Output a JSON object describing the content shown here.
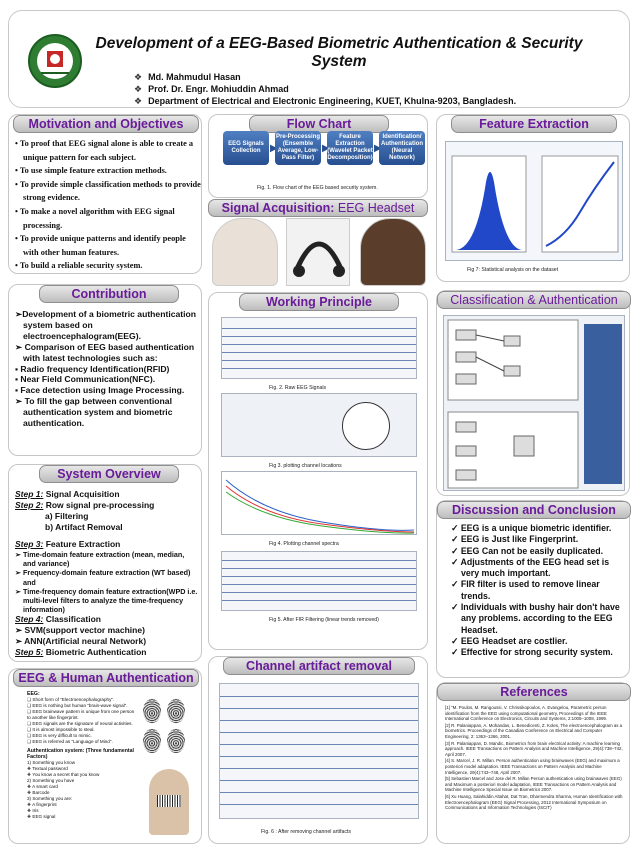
{
  "header": {
    "title": "Development of a EEG-Based Biometric Authentication & Security System",
    "authors": [
      "Md. Mahmudul Hasan",
      "Prof. Dr. Engr. Mohiuddin Ahmad",
      "Department of Electrical and Electronic Engineering, KUET, Khulna-9203, Bangladesh."
    ]
  },
  "motivation": {
    "title": "Motivation and Objectives",
    "items": [
      "To proof that EEG signal alone is able to create a unique pattern for each subject.",
      "To use simple feature extraction methods.",
      "To provide simple classification methods to provide strong evidence.",
      "To make a novel algorithm with EEG signal processing.",
      "To provide unique patterns and identify people with other human features.",
      "To build a reliable security system."
    ]
  },
  "contribution": {
    "title": "Contribution",
    "items": [
      "➢Development of a biometric authentication system based on electroencephalogram(EEG).",
      "➢ Comparison of EEG based authentication with latest technologies such as:",
      "▪ Radio frequency Identification(RFID)",
      "▪ Near Field Communication(NFC).",
      "▪ Face detection using Image Processing.",
      "➢ To fill the gap between conventional authentication system and biometric authentication."
    ]
  },
  "system_overview": {
    "title": "System Overview",
    "step1_label": "Step 1:",
    "step1": "Signal Acquisition",
    "step2_label": "Step 2:",
    "step2": "Row signal pre-processing",
    "step2a": "a) Filtering",
    "step2b": "b) Artifact Removal",
    "step3_label": "Step 3:",
    "step3": "Feature Extraction",
    "step3_items": [
      "➢ Time-domain feature extraction (mean, median, and variance)",
      "➢ Frequency-domain feature extraction (WT based) and",
      "➢ Time-frequency domain feature extraction(WPD i.e. multi-level filters to analyze the time-frequency information)"
    ],
    "step4_label": "Step 4:",
    "step4": "Classification",
    "step4_items": [
      "➢ SVM(support vector machine)",
      "➢ ANN(Artificial neural Network)"
    ],
    "step5_label": "Step 5:",
    "step5": "Biometric Authentication"
  },
  "eeg_human": {
    "title": "EEG & Human Authentication",
    "lines": [
      "EEG:",
      "❑ Short form of \"Electroencephalography\".",
      "❑ EEG is nothing but human \"brain-wave signal\".",
      "❑ EEG brainwave pattern is unique from one person to another like fingerprint.",
      "❑ EEG signals are the signature of neural activities.",
      "❑ It is almost impossible to steal.",
      "❑ EEG is very difficult to mimic.",
      "❑ EEG is referred as \"Language of Mind\".",
      "Authentication system: (Three fundamental Factors)",
      "1) Something you know",
      "❖ Textual password",
      "❖ You know a secret that you know",
      "2) Something you have",
      "❖ A smart card",
      "❖ Barcode",
      "3) Something you are:",
      "❖ A fingerprint",
      "❖ Iris",
      "❖ EEG signal"
    ]
  },
  "flow_chart": {
    "title": "Flow Chart",
    "boxes": [
      "EEG Signals Collection",
      "Pre-Processing (Ensemble Average, Low-Pass Filter)",
      "Feature Extraction (Wavelet Packet Decomposition)",
      "Identification/ Authentication (Neural Network)"
    ],
    "caption": "Fig. 1. Flow chart of the EEG based security system."
  },
  "signal_acq": {
    "title_bold": "Signal Acquisition:",
    "title_rest": " EEG Headset"
  },
  "working": {
    "title": "Working Principle",
    "cap2": "Fig. 2. Raw EEG Signals",
    "cap3": "Fig 3. plotting channel locations",
    "cap4": "Fig 4. Plotting channel spectra",
    "cap5": "Fig 5. After FIR Filtering (linear trends removed)"
  },
  "channel": {
    "title": "Channel artifact removal",
    "cap6": "Fig. 6 : After removing channel artifacts"
  },
  "feature": {
    "title": "Feature Extraction",
    "caption": "Fig 7: Statistical analysis on the dataset"
  },
  "classification": {
    "title": "Classification & Authentication"
  },
  "discussion": {
    "title": "Discussion and Conclusion",
    "items": [
      "✓ EEG is a unique biometric identifier.",
      "✓ EEG is Just like Fingerprint.",
      "✓ EEG Can not be easily duplicated.",
      "✓ Adjustments of the EEG head set is very much important.",
      "✓ FIR filter is used to remove linear trends.",
      "✓ Individuals with bushy hair don't have any problems. according to the EEG Headset.",
      "✓ EEG Headset are costlier.",
      "✓ Effective for strong security system."
    ]
  },
  "references": {
    "title": "References",
    "items": [
      "[1] \"M. Poulos, M. Rangoussi, V. Chrissikopoulos, A. Evangelou, Parametric person identification from the EEG using computational geometry, Proceedings of the IEEE International Conference on Electronics, Circuits and Systems, 2:1005–1008, 1999.",
      "[2] R. Palaniappan, A. Mohandas, L. Benedicenti, Z. Koles, The electroencephalogram as a biometrics. Proceedings of the Canadian Conference on Electrical and Computer Engineering, 2: 1363–1366, 2001.",
      "[3] R. Palaniappan, D. Mandic, Biometrics from brain electrical activity: A machine learning approach. IEEE Transactions on Pattern Analysis and Machine Intelligence, 29(4):738–742, April 2007.",
      "[4] S. Marcel, J. R. Millan. Person authentication using brainwaves (EEG) and maximum a posteriori model adaptation. IEEE Transactions on Pattern Analysis and Machine Intelligence, 29(4):743–748, April 2007.",
      "[5] Sebastien Marcel and Jose del R. Millan Person authentication using brainwaves (EEG) and Maximum a posteriori model adaptation, IEEE Transactions on Pattern Analysis and Machine Intelligence Special Issue on Biometrics 2007.",
      "[6] Xu Huang, Salahiddin Altahat, Dat Tran, Dharmendra Sharma, Human Identification with Electroencephalogram (EEG) Signal Processing, 2012 International Symposium on Communications and Information Technologies (ISCIT)"
    ]
  }
}
